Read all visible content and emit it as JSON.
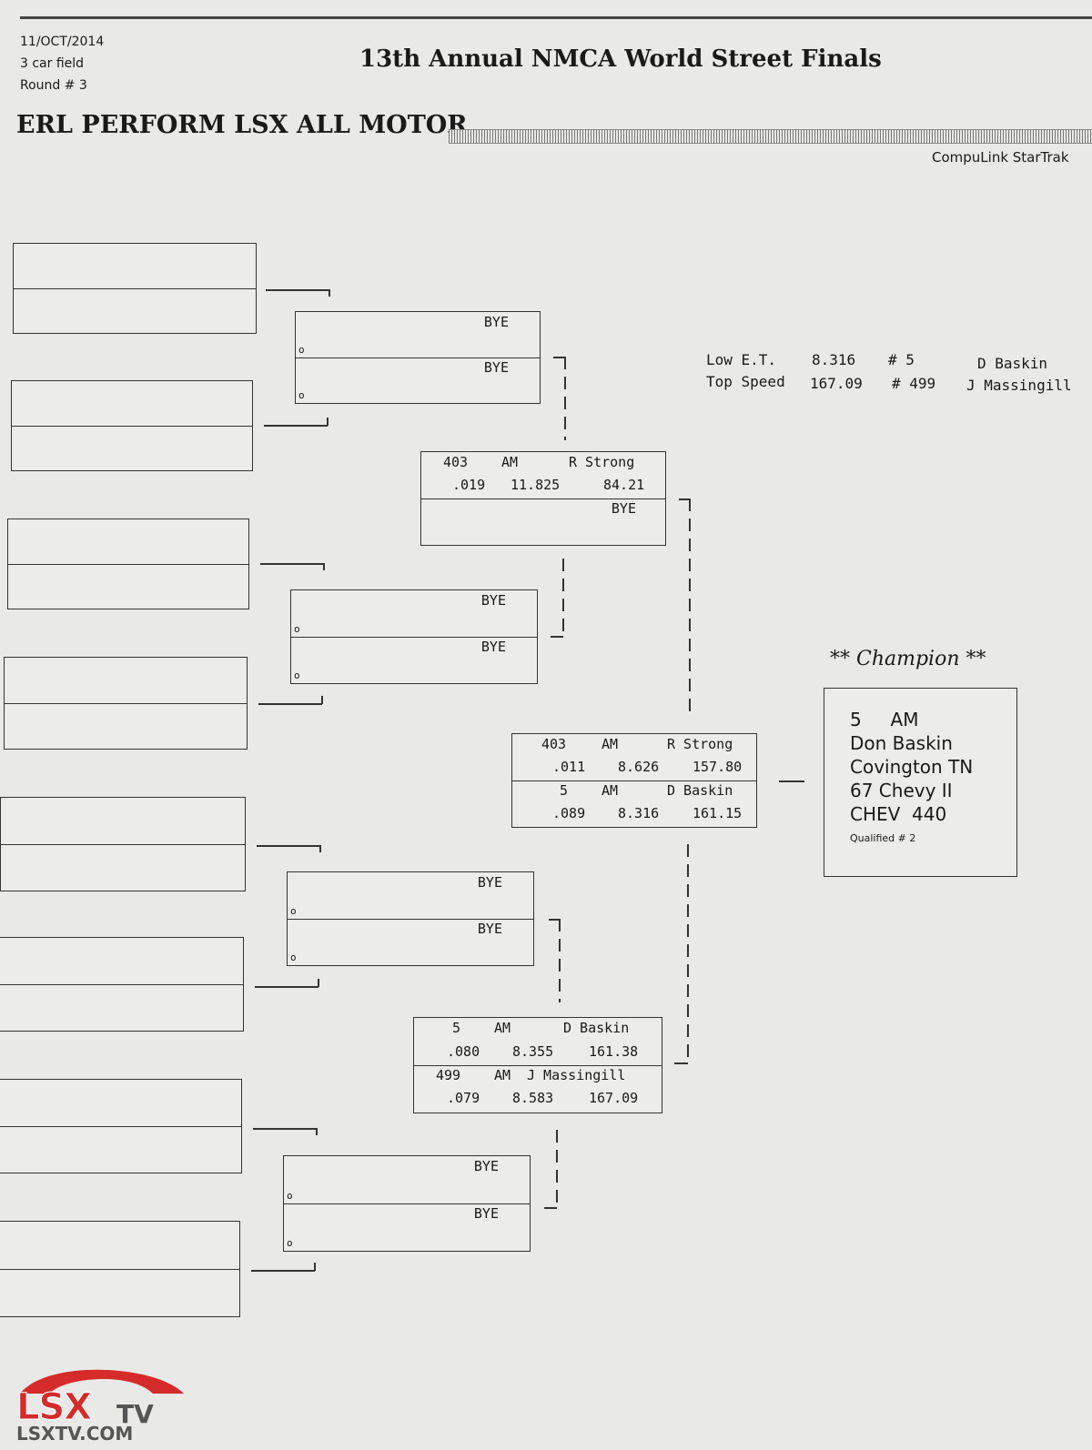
{
  "header": {
    "date": "11/OCT/2014",
    "field": "3 car field",
    "round": "Round # 3",
    "event_title": "13th Annual NMCA World Street Finals",
    "class_title": "ERL PERFORM LSX ALL MOTOR",
    "system": "CompuLink StarTrak"
  },
  "stats": {
    "low_et": {
      "label": "Low  E.T.",
      "value": "8.316",
      "car": "# 5",
      "driver": "D Baskin"
    },
    "top_speed": {
      "label": "Top Speed",
      "value": "167.09",
      "car": "# 499",
      "driver": "J Massingill"
    }
  },
  "round2": {
    "bye": "BYE",
    "lane": "o"
  },
  "round3": [
    {
      "top": {
        "num": "403",
        "cls": "AM",
        "name": "R Strong",
        "rt": ".019",
        "et": "11.825",
        "mph": "84.21"
      },
      "bot": {
        "text": "BYE"
      }
    },
    {
      "top": {
        "num": "5",
        "cls": "AM",
        "name": "D Baskin",
        "rt": ".080",
        "et": "8.355",
        "mph": "161.38"
      },
      "bot": {
        "num": "499",
        "cls": "AM",
        "name": "J Massingill",
        "rt": ".079",
        "et": "8.583",
        "mph": "167.09"
      }
    }
  ],
  "final": {
    "top": {
      "num": "403",
      "cls": "AM",
      "name": "R Strong",
      "rt": ".011",
      "et": "8.626",
      "mph": "157.80"
    },
    "bot": {
      "num": "5",
      "cls": "AM",
      "name": "D Baskin",
      "rt": ".089",
      "et": "8.316",
      "mph": "161.15"
    }
  },
  "champion": {
    "label": "** Champion **",
    "line1": "5     AM",
    "name": "Don Baskin",
    "hometown": "Covington TN",
    "car": "67 Chevy II",
    "engine": "CHEV  440",
    "qualified": "Qualified # 2"
  },
  "logo": {
    "brand": "LSX",
    "suffix": "TV",
    "site": "LSXTV.COM",
    "color": "#d52b2b"
  }
}
